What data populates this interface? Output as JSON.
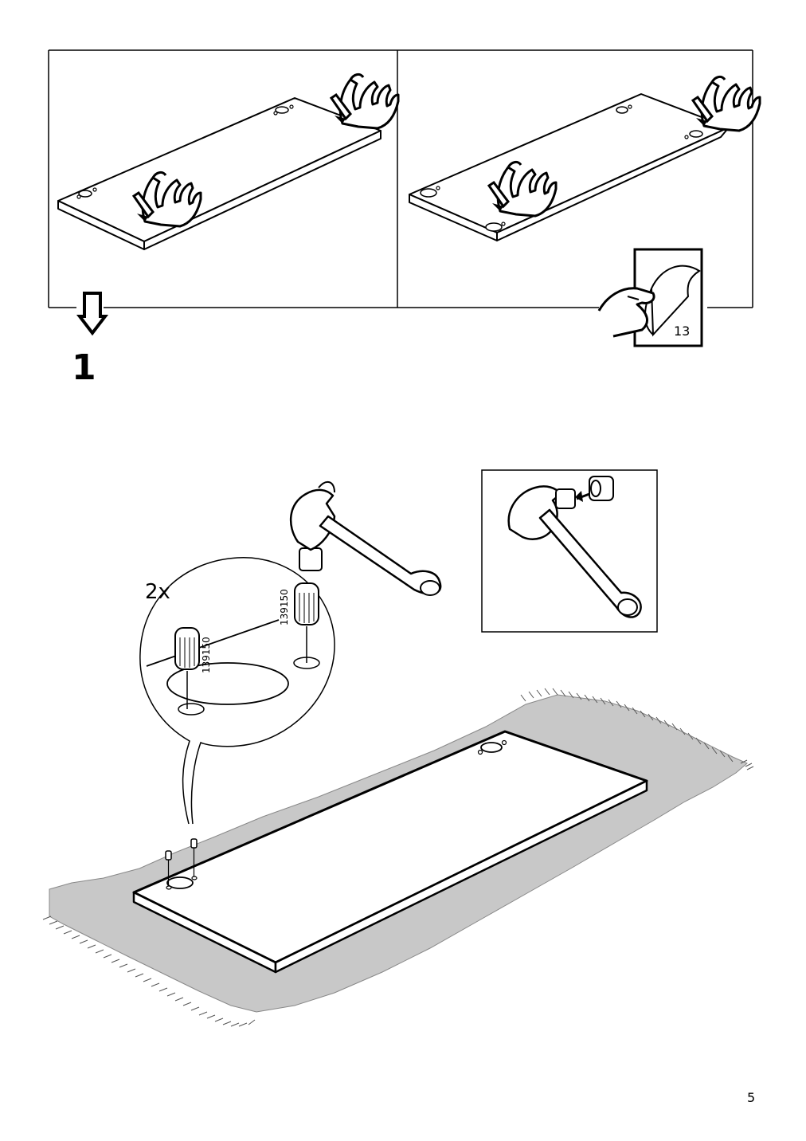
{
  "page": {
    "number": "5"
  },
  "top_panels": {
    "orientation_page_ref": "13"
  },
  "step": {
    "number": "1",
    "quantity_label": "2x",
    "part_number_left": "139150",
    "part_number_right": "139150"
  },
  "colors": {
    "ink": "#000000",
    "rug": "#c8c8c8",
    "paper": "#ffffff"
  },
  "icons": [
    "pointing-hand-icon",
    "down-arrow-icon",
    "page-turn-icon",
    "hammer-icon",
    "dowel-icon",
    "rug-icon",
    "board-icon"
  ]
}
